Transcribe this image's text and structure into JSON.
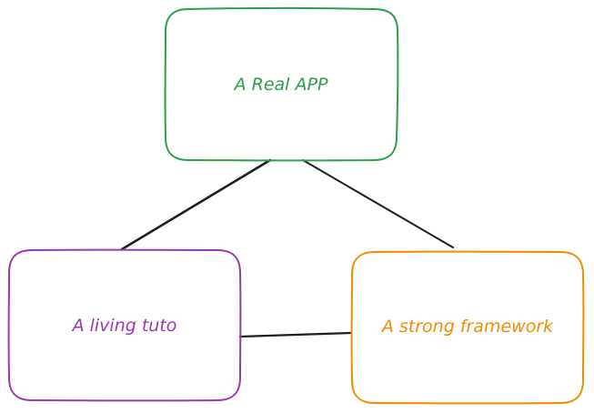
{
  "nodes": [
    {
      "id": "real-app",
      "label": "A Real APP",
      "color": "#2f9e44"
    },
    {
      "id": "living-tuto",
      "label": "A living tuto",
      "color": "#9c36b5"
    },
    {
      "id": "strong-framework",
      "label": "A strong framework",
      "color": "#f08c00"
    }
  ],
  "edges": [
    {
      "from": "real-app",
      "to": "living-tuto"
    },
    {
      "from": "real-app",
      "to": "strong-framework"
    },
    {
      "from": "living-tuto",
      "to": "strong-framework"
    }
  ],
  "edge_color": "#1e1e1e"
}
